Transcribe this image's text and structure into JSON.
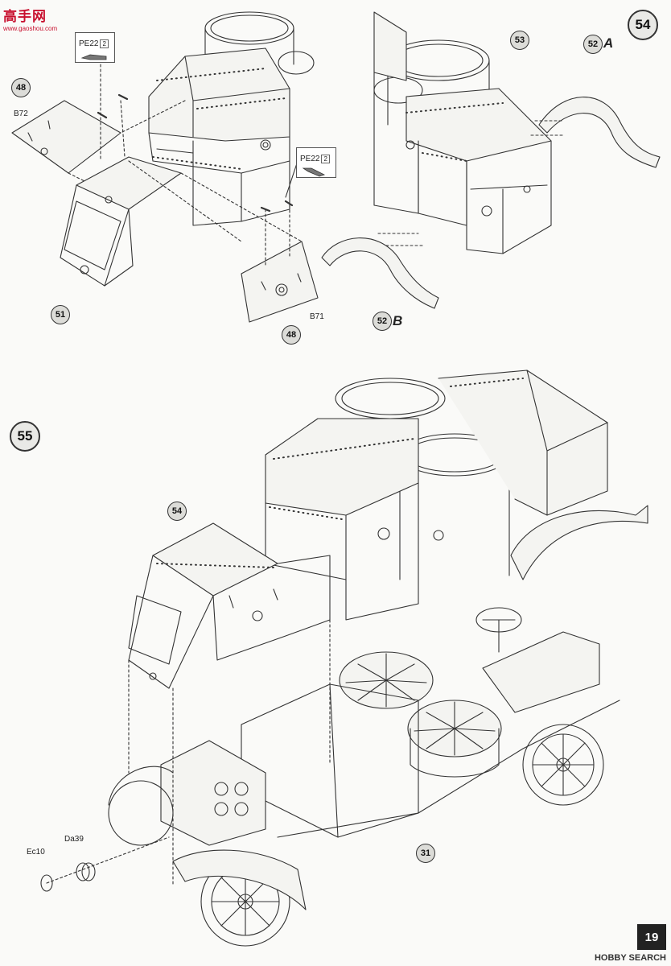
{
  "watermark": {
    "site_name": "高手网",
    "site_url": "www.gaoshou.com",
    "credit": "HOBBY SEARCH"
  },
  "page": {
    "number": "19"
  },
  "steps": {
    "step54": "54",
    "step55": "55"
  },
  "step53_area": {
    "callouts": [
      "48",
      "51",
      "48"
    ],
    "parts": {
      "b72": "B72",
      "b71": "B71"
    },
    "pe_top": {
      "code": "PE22",
      "qty": "2"
    },
    "pe_right": {
      "code": "PE22",
      "qty": "2"
    }
  },
  "step54_area": {
    "callout_hull": "53",
    "callout_fender_a": "52",
    "letter_a": "A",
    "callout_fender_b": "52",
    "letter_b": "B"
  },
  "step55_area": {
    "callout_body": "54",
    "callout_chassis": "31",
    "parts": {
      "ec10": "Ec10",
      "da39": "Da39"
    }
  }
}
